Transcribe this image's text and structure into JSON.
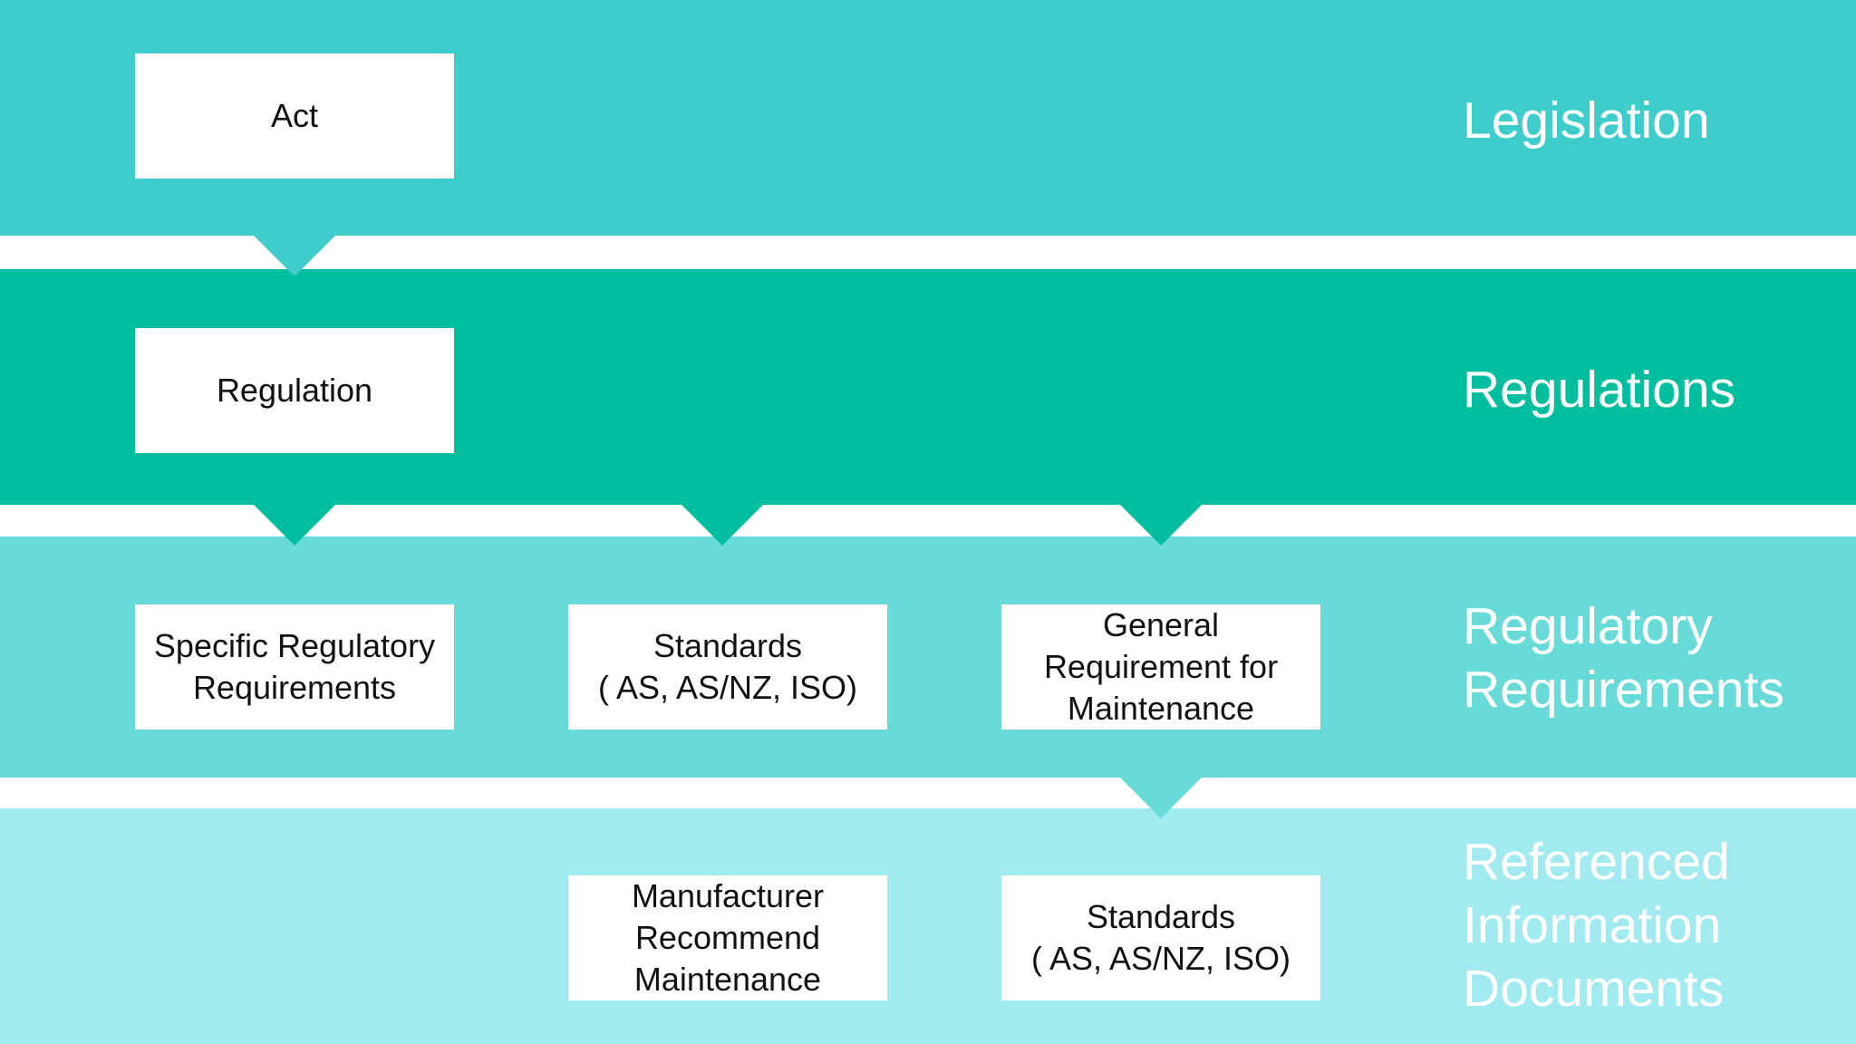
{
  "colors": {
    "legislation": "#3FCDCB",
    "regulations": "#00BE9E",
    "regulatory_requirements": "#68DAD8",
    "referenced_information_documents": "#A0EAF0",
    "gap": "#FFFFFF"
  },
  "bands": {
    "legislation": {
      "label": "Legislation"
    },
    "regulations": {
      "label": "Regulations"
    },
    "regulatory_requirements": {
      "label": "Regulatory\nRequirements"
    },
    "referenced_information_documents": {
      "label": "Referenced\nInformation\nDocuments"
    }
  },
  "boxes": {
    "act": "Act",
    "regulation": "Regulation",
    "specific_regulatory_requirements": "Specific Regulatory\nRequirements",
    "standards_1": "Standards\n( AS, AS/NZ, ISO)",
    "general_requirement_for_maintenance": "General\nRequirement for\nMaintenance",
    "manufacturer_recommend_maintenance": "Manufacturer\nRecommend\nMaintenance",
    "standards_2": "Standards\n( AS, AS/NZ, ISO)"
  }
}
